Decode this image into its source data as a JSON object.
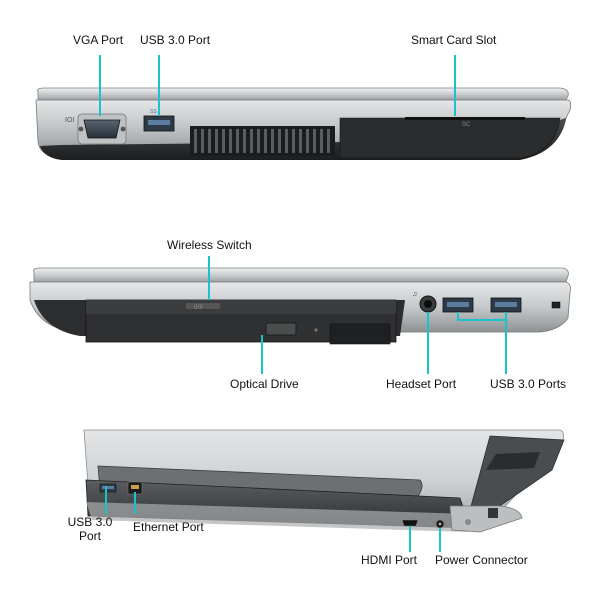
{
  "colors": {
    "callout": "#19c3c8",
    "chassis_silver": "#c7cacc",
    "chassis_dark": "#2f3133",
    "lid_silver": "#d9dbdc"
  },
  "views": {
    "left_side": {
      "labels": {
        "vga_port": "VGA Port",
        "usb_port": "USB 3.0 Port",
        "smart_card_slot": "Smart Card Slot"
      }
    },
    "right_side": {
      "labels": {
        "wireless_switch": "Wireless Switch",
        "optical_drive": "Optical Drive",
        "headset_port": "Headset Port",
        "usb_ports": "USB 3.0 Ports"
      }
    },
    "rear": {
      "labels": {
        "usb_port_line1": "USB 3.0",
        "usb_port_line2": "Port",
        "ethernet_port": "Ethernet Port",
        "hdmi_port": "HDMI Port",
        "power_connector": "Power Connector"
      }
    }
  }
}
